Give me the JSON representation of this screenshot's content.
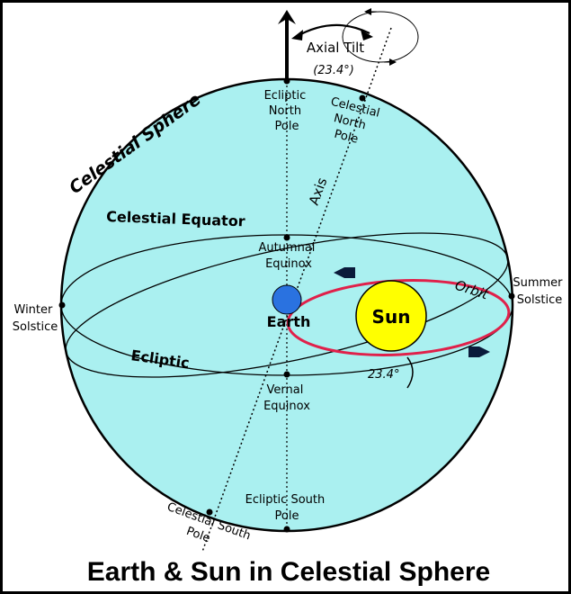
{
  "title": "Earth & Sun in Celestial Sphere",
  "colors": {
    "sphere_fill": "#aaf0f0",
    "sun_fill": "#ffff00",
    "earth_fill": "#2a72e0",
    "orbit_stroke": "#e0204a",
    "line_stroke": "#000000"
  },
  "labels": {
    "celestial_sphere": "Celestial Sphere",
    "celestial_equator": "Celestial Equator",
    "ecliptic": "Ecliptic",
    "axis": "Axis",
    "orbit": "Orbit",
    "sun": "Sun",
    "earth": "Earth",
    "tilt_angle": "23.4°",
    "axial_tilt": "Axial Tilt",
    "axial_tilt_value": "(23.4°)",
    "ecliptic_north_pole": [
      "Ecliptic",
      "North",
      "Pole"
    ],
    "celestial_north_pole": [
      "Celestial",
      "North",
      "Pole"
    ],
    "autumnal_equinox": [
      "Autumnal",
      "Equinox"
    ],
    "vernal_equinox": [
      "Vernal",
      "Equinox"
    ],
    "summer_solstice": [
      "Summer",
      "Solstice"
    ],
    "winter_solstice": [
      "Winter",
      "Solstice"
    ],
    "ecliptic_south_pole": [
      "Ecliptic South",
      "Pole"
    ],
    "celestial_south_pole": [
      "Celestial South",
      "Pole"
    ]
  }
}
